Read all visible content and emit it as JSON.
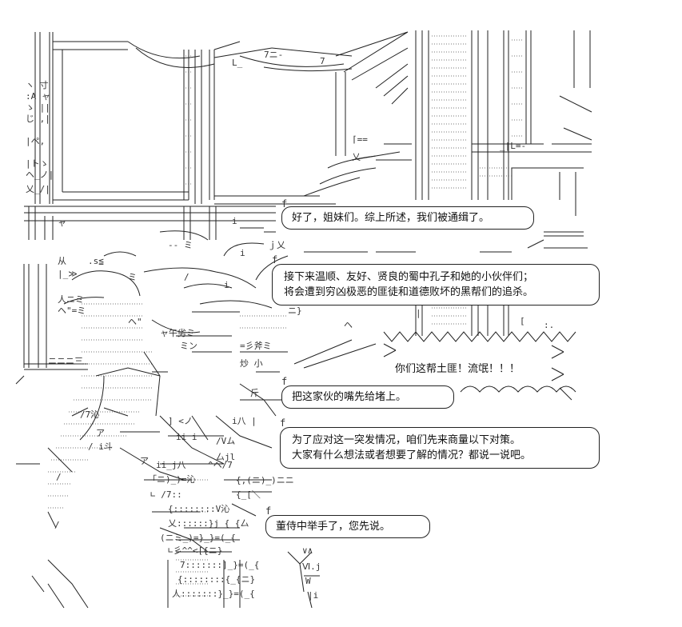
{
  "bubbles": {
    "b1": "好了，姐妹们。综上所述，我们被通缉了。",
    "b2_line1": "接下来温顺、友好、贤良的蜀中孔子和她的小伙伴们；",
    "b2_line2": "将会遭到穷凶极恶的匪徒和道德败坏的黑帮们的追杀。",
    "shout": "你们这帮土匪！流氓！！！",
    "b3": "把这家伙的嘴先给堵上。",
    "b4_line1": "为了应对这一突发情况，咱们先来商量以下对策。",
    "b4_line2": "大家有什么想法或者想要了解的情况？都说一说吧。",
    "b5": "董侍中举手了，您先说。"
  },
  "colors": {
    "ink": "#1a1a1a",
    "paper": "#ffffff",
    "hatch": "#777777"
  }
}
